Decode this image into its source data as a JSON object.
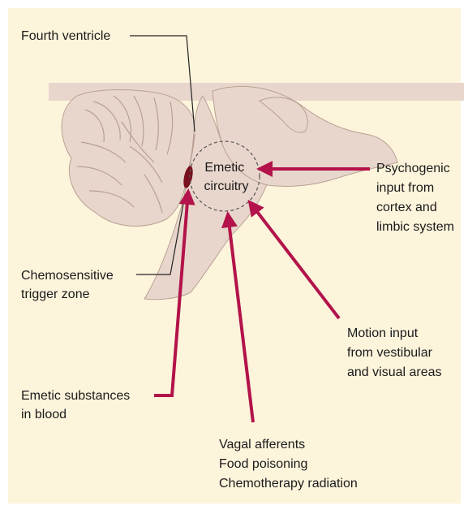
{
  "colors": {
    "background_panel": "#fdf4dc",
    "brain_tissue": "#e8d6cc",
    "brain_outline": "#b9a093",
    "arrow": "#b3134a",
    "trigger_zone": "#7a0f1e",
    "leader_line": "#222222"
  },
  "labels": {
    "fourth_ventricle": "Fourth ventricle",
    "chemosensitive": [
      "Chemosensitive",
      "trigger zone"
    ],
    "emetic_substances": [
      "Emetic substances",
      "in blood"
    ],
    "emetic_circuitry": [
      "Emetic",
      "circuitry"
    ],
    "psychogenic": [
      "Psychogenic",
      "input from",
      "cortex and",
      "limbic system"
    ],
    "motion": [
      "Motion input",
      "from vestibular",
      "and visual areas"
    ],
    "vagal": [
      "Vagal afferents",
      "Food poisoning",
      "Chemotherapy radiation"
    ]
  }
}
